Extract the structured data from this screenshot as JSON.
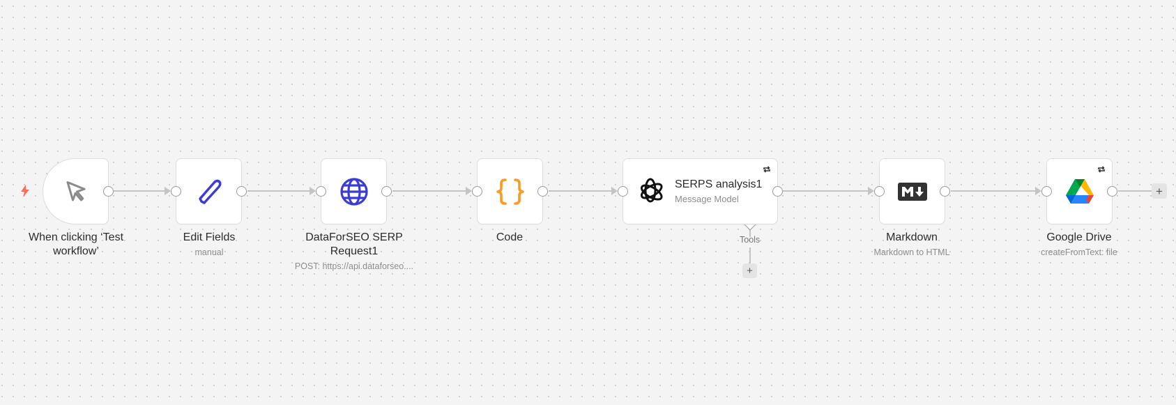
{
  "canvas": {
    "background": "#f4f4f4",
    "dot_color": "#c9c9c9"
  },
  "nodes": [
    {
      "id": "trigger",
      "title": "When clicking ‘Test workflow’",
      "subtitle": "",
      "icon": "cursor-icon",
      "icon_color": "#8a8a8a",
      "trigger_icon": "lightning-icon",
      "trigger_color": "#ff6d5a"
    },
    {
      "id": "edit-fields",
      "title": "Edit Fields",
      "subtitle": "manual",
      "icon": "pencil-icon",
      "icon_color": "#3b3bd6"
    },
    {
      "id": "dataforseo",
      "title": "DataForSEO SERP Request1",
      "subtitle": "POST: https://api.dataforseo....",
      "icon": "globe-icon",
      "icon_color": "#3b3bd6"
    },
    {
      "id": "code",
      "title": "Code",
      "subtitle": "",
      "icon": "code-braces-icon",
      "icon_color": "#ff9922"
    },
    {
      "id": "serps-analysis",
      "title": "SERPS analysis1",
      "subtitle": "Message Model",
      "icon": "openai-icon",
      "icon_color": "#111111",
      "badge": "refresh-icon",
      "sub_connector": {
        "label": "Tools",
        "add": "+"
      }
    },
    {
      "id": "markdown",
      "title": "Markdown",
      "subtitle": "Markdown to HTML",
      "icon": "markdown-icon",
      "icon_color": "#333333"
    },
    {
      "id": "google-drive",
      "title": "Google Drive",
      "subtitle": "createFromText: file",
      "icon": "google-drive-icon",
      "badge": "refresh-icon"
    }
  ],
  "end_add_button": "+",
  "colors": {
    "edge": "#c4c4c4",
    "node_border": "#dcdcdc",
    "handle_border": "#9a9a9a",
    "title_text": "#2b2b2b",
    "subtitle_text": "#8d8d8d"
  }
}
